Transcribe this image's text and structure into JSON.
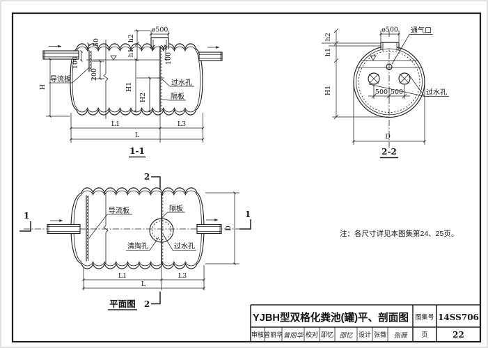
{
  "page": {
    "frame_color": "#1f1f1f",
    "background": "#ffffff"
  },
  "note": {
    "text": "注：各尺寸详见本图集第24、25页。"
  },
  "section11": {
    "title": "1-1",
    "labels": {
      "daoliuban": "导流板",
      "guoshuikong": "过水孔",
      "geban": "隔板"
    },
    "dims": {
      "manhole": "ø500",
      "d50": "50",
      "h2": "h2",
      "h1": "h1",
      "d100a": "100",
      "d200": "200",
      "d100b": "100",
      "H": "H",
      "H1": "H1",
      "H2": "H2",
      "L1": "L1",
      "L3": "L3",
      "L": "L"
    }
  },
  "section22": {
    "title": "2-2",
    "labels": {
      "tongqikou": "通气口",
      "guoshuikong": "过水孔"
    },
    "dims": {
      "manhole": "ø500",
      "h2": "h2",
      "h1": "h1",
      "H1": "H1",
      "d500a": "500",
      "d500b": "500",
      "D": "D"
    }
  },
  "plan": {
    "title": "平面图",
    "labels": {
      "daoliuban": "导流板",
      "geban": "隔板",
      "qingtaokong": "清掏孔",
      "guoshuikong": "过水孔"
    },
    "dims": {
      "L1": "L1",
      "L3": "L3",
      "L": "L",
      "D": "D"
    },
    "markers": {
      "one": "1",
      "two": "2"
    }
  },
  "title_block": {
    "drawing_title": "YJBH型双格化粪池(罐)平、剖面图",
    "atlas_no_label": "图集号",
    "atlas_no": "14SS706",
    "page_label": "页",
    "page_no": "22",
    "reviewer_label": "审核",
    "reviewer_name": "曾丽华",
    "reviewer_sig": "曾丽华",
    "checker_label": "校对",
    "checker_name": "邵忆",
    "checker_sig": "邵忆",
    "designer_label": "设计",
    "designer_name": "张薇",
    "designer_sig": "张薇"
  }
}
